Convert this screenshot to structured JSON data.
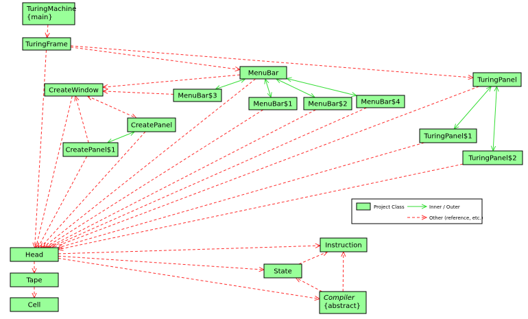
{
  "colors": {
    "node_fill": "#99ff99",
    "inner_outer_edge": "#33dd33",
    "other_edge": "#ff2a2a"
  },
  "nodes": [
    {
      "id": "TuringMachine",
      "lines": [
        "TuringMachine",
        "{main}"
      ]
    },
    {
      "id": "TuringFrame",
      "lines": [
        "TuringFrame"
      ]
    },
    {
      "id": "MenuBar",
      "lines": [
        "MenuBar"
      ]
    },
    {
      "id": "CreateWindow",
      "lines": [
        "CreateWindow"
      ]
    },
    {
      "id": "MenuBar$3",
      "lines": [
        "MenuBar$3"
      ]
    },
    {
      "id": "MenuBar$1",
      "lines": [
        "MenuBar$1"
      ]
    },
    {
      "id": "MenuBar$2",
      "lines": [
        "MenuBar$2"
      ]
    },
    {
      "id": "MenuBar$4",
      "lines": [
        "MenuBar$4"
      ]
    },
    {
      "id": "TuringPanel",
      "lines": [
        "TuringPanel"
      ]
    },
    {
      "id": "CreatePanel",
      "lines": [
        "CreatePanel"
      ]
    },
    {
      "id": "CreatePanel$1",
      "lines": [
        "CreatePanel$1"
      ]
    },
    {
      "id": "TuringPanel$1",
      "lines": [
        "TuringPanel$1"
      ]
    },
    {
      "id": "TuringPanel$2",
      "lines": [
        "TuringPanel$2"
      ]
    },
    {
      "id": "Head",
      "lines": [
        "Head"
      ]
    },
    {
      "id": "Instruction",
      "lines": [
        "Instruction"
      ]
    },
    {
      "id": "State",
      "lines": [
        "State"
      ]
    },
    {
      "id": "Tape",
      "lines": [
        "Tape"
      ]
    },
    {
      "id": "Compiler",
      "lines": [
        "Compiler",
        "{abstract}"
      ],
      "italic_first_line": true
    },
    {
      "id": "Cell",
      "lines": [
        "Cell"
      ]
    }
  ],
  "edges": [
    {
      "from": "TuringMachine",
      "to": "TuringFrame",
      "kind": "other"
    },
    {
      "from": "TuringFrame",
      "to": "MenuBar",
      "kind": "other"
    },
    {
      "from": "TuringFrame",
      "to": "TuringPanel",
      "kind": "other"
    },
    {
      "from": "TuringFrame",
      "to": "Head",
      "kind": "other"
    },
    {
      "from": "MenuBar",
      "to": "CreateWindow",
      "kind": "other"
    },
    {
      "from": "MenuBar$3",
      "to": "CreateWindow",
      "kind": "other"
    },
    {
      "from": "MenuBar",
      "to": "MenuBar$3",
      "kind": "inner",
      "bidirectional": true
    },
    {
      "from": "MenuBar",
      "to": "MenuBar$1",
      "kind": "inner",
      "bidirectional": true
    },
    {
      "from": "MenuBar",
      "to": "MenuBar$2",
      "kind": "inner",
      "bidirectional": true
    },
    {
      "from": "MenuBar",
      "to": "MenuBar$4",
      "kind": "inner",
      "bidirectional": true
    },
    {
      "from": "MenuBar",
      "to": "Head",
      "kind": "other"
    },
    {
      "from": "MenuBar$1",
      "to": "Head",
      "kind": "other"
    },
    {
      "from": "MenuBar$2",
      "to": "Head",
      "kind": "other"
    },
    {
      "from": "MenuBar$4",
      "to": "Head",
      "kind": "other"
    },
    {
      "from": "CreateWindow",
      "to": "CreatePanel",
      "kind": "other",
      "bidirectional": true
    },
    {
      "from": "CreateWindow",
      "to": "Head",
      "kind": "other"
    },
    {
      "from": "CreatePanel$1",
      "to": "CreateWindow",
      "kind": "other"
    },
    {
      "from": "CreatePanel",
      "to": "CreatePanel$1",
      "kind": "inner",
      "bidirectional": true
    },
    {
      "from": "CreatePanel",
      "to": "Head",
      "kind": "other"
    },
    {
      "from": "CreatePanel$1",
      "to": "Head",
      "kind": "other"
    },
    {
      "from": "TuringPanel",
      "to": "TuringPanel$1",
      "kind": "inner",
      "bidirectional": true
    },
    {
      "from": "TuringPanel",
      "to": "TuringPanel$2",
      "kind": "inner",
      "bidirectional": true
    },
    {
      "from": "TuringPanel",
      "to": "Head",
      "kind": "other"
    },
    {
      "from": "TuringPanel$1",
      "to": "Head",
      "kind": "other"
    },
    {
      "from": "TuringPanel$2",
      "to": "Head",
      "kind": "other"
    },
    {
      "from": "Head",
      "to": "Tape",
      "kind": "other"
    },
    {
      "from": "Tape",
      "to": "Cell",
      "kind": "other"
    },
    {
      "from": "Head",
      "to": "Instruction",
      "kind": "other"
    },
    {
      "from": "Head",
      "to": "State",
      "kind": "other"
    },
    {
      "from": "Head",
      "to": "Compiler",
      "kind": "other"
    },
    {
      "from": "State",
      "to": "Instruction",
      "kind": "other"
    },
    {
      "from": "Compiler",
      "to": "State",
      "kind": "other"
    },
    {
      "from": "Compiler",
      "to": "Instruction",
      "kind": "other"
    }
  ],
  "legend": {
    "project_class": "Project Class",
    "inner_outer": "Inner / Outer",
    "other": "Other (reference, etc.)"
  }
}
